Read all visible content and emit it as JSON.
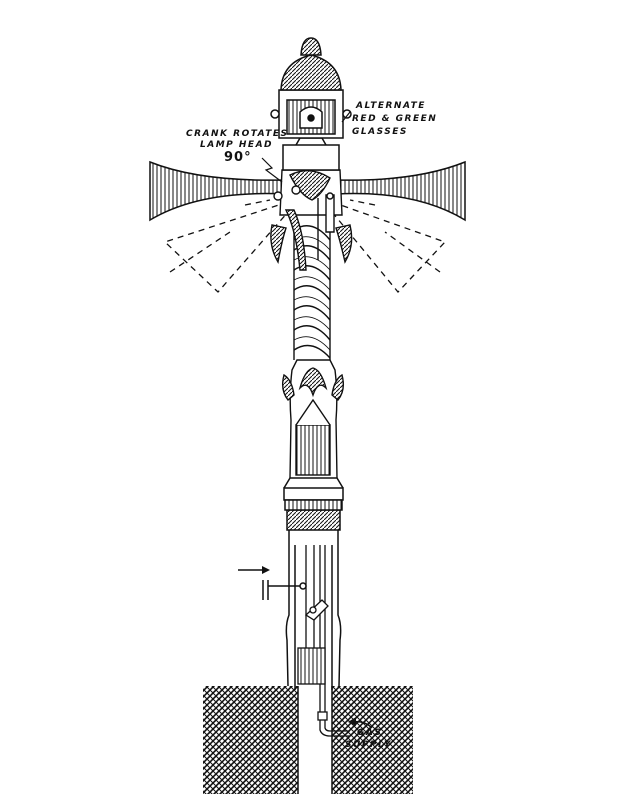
{
  "callouts": {
    "glasses": {
      "line1": "ALTERNATE",
      "line2": "RED & GREEN",
      "line3": "GLASSES"
    },
    "crank": {
      "line1": "CRANK ROTATES",
      "line2": "LAMP HEAD",
      "angle": "90°"
    },
    "gas": {
      "line1": "GAS",
      "line2": "SUPPLY"
    }
  }
}
